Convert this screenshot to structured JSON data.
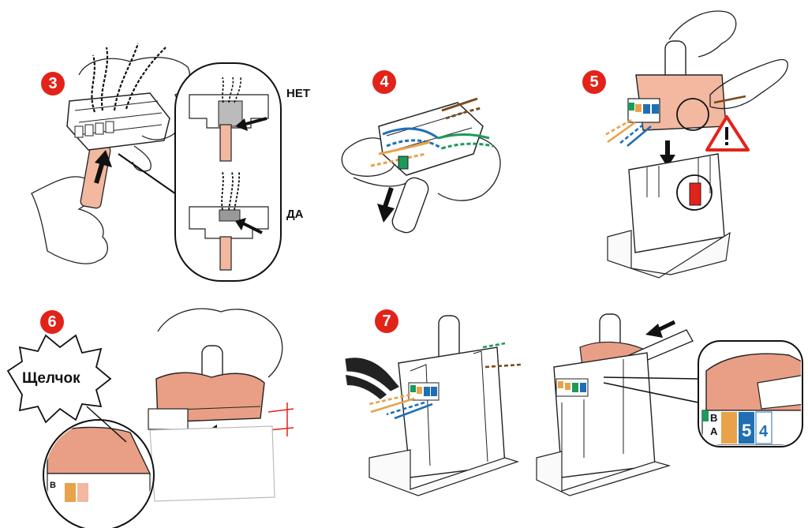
{
  "steps": [
    {
      "number": "3"
    },
    {
      "number": "4"
    },
    {
      "number": "5"
    },
    {
      "number": "6"
    },
    {
      "number": "7"
    }
  ],
  "callouts": {
    "wrong_label": "НЕТ",
    "right_label": "ДА",
    "click_label": "Щелчок"
  },
  "module_labels": {
    "letter_b": "B",
    "letter_a": "A",
    "digit_5": "5",
    "digit_4": "4"
  },
  "colors": {
    "accent_red": "#e2231a",
    "cable_peach": "#f2b8a0",
    "wire_blue": "#1f6fb5",
    "wire_green": "#1a9b5a",
    "wire_orange": "#e8a24a",
    "wire_brown": "#7a4a1e",
    "warning_red": "#e2231a"
  },
  "icons": [
    "warning-triangle-icon",
    "arrow-up-icon",
    "arrow-down-icon",
    "arrow-left-icon"
  ]
}
